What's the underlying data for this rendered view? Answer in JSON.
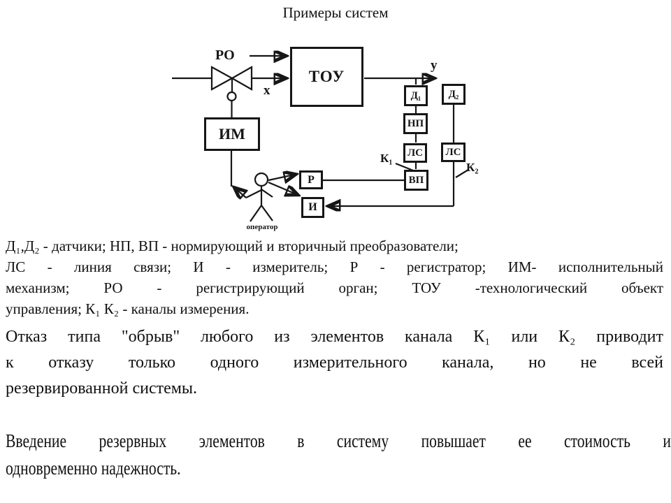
{
  "title": "Примеры систем",
  "diagram": {
    "boxes": {
      "toy": "ТОУ",
      "im": "ИМ",
      "d1": "Д₁",
      "d2": "Д₂",
      "np": "НП",
      "ls1": "ЛС",
      "ls2": "ЛС",
      "vp": "ВП",
      "r": "Р",
      "i": "И"
    },
    "labels": {
      "ro": "РО",
      "x": "х",
      "y": "у",
      "k1": "К₁",
      "k2": "К₂",
      "operator": "оператор"
    },
    "line_color": "#161616"
  },
  "legend": {
    "line1": "Д₁,Д₂ - датчики; НП, ВП - нормирующий и вторичный преобразователи;",
    "line2": "ЛС - линия связи; И - измеритель; Р - регистратор; ИМ- исполнительный",
    "line3": "механизм; РО - регистрирующий орган; ТОУ -технологический объект",
    "line4": "управления; К₁ К₂ - каналы измерения."
  },
  "paragraph_failure": {
    "line1": "Отказ типа \"обрыв\" любого из элементов канала К₁ или К₂ приводит",
    "line2": "к отказу только одного измерительного канала, но не всей",
    "line3": "резервированной системы."
  },
  "paragraph_redundancy": {
    "line1": "Введение резервных элементов в систему повышает ее стоимость и",
    "line2": "одновременно надежность."
  }
}
